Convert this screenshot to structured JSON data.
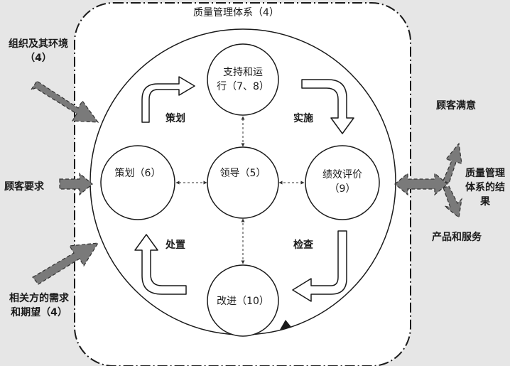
{
  "qms": {
    "title": "质量管理体系（4）"
  },
  "inputs": {
    "org_line1": "组织及其环境",
    "org_line2": "（4）",
    "customer_req": "顾客要求",
    "interested_line1": "相关方的需求",
    "interested_line2": "和期望（4）"
  },
  "outputs": {
    "satisfaction": "顾客满意",
    "result_line1": "质量管理",
    "result_line2": "体系的结",
    "result_line3": "果",
    "products": "产品和服务"
  },
  "nodes": {
    "support_line1": "支持和运",
    "support_line2": "行（7、8）",
    "planning": "策划（6）",
    "leadership": "领导（5）",
    "evaluation_line1": "绩效评价",
    "evaluation_line2": "（9）",
    "improvement": "改进（10）"
  },
  "cycle": {
    "plan": "策划",
    "do": "实施",
    "check": "检查",
    "act": "处置"
  },
  "colors": {
    "background": "#e6e6e6",
    "system_box": "#ffffff",
    "arrow_fill": "#7a7a7a",
    "line": "#1a1a1a"
  }
}
